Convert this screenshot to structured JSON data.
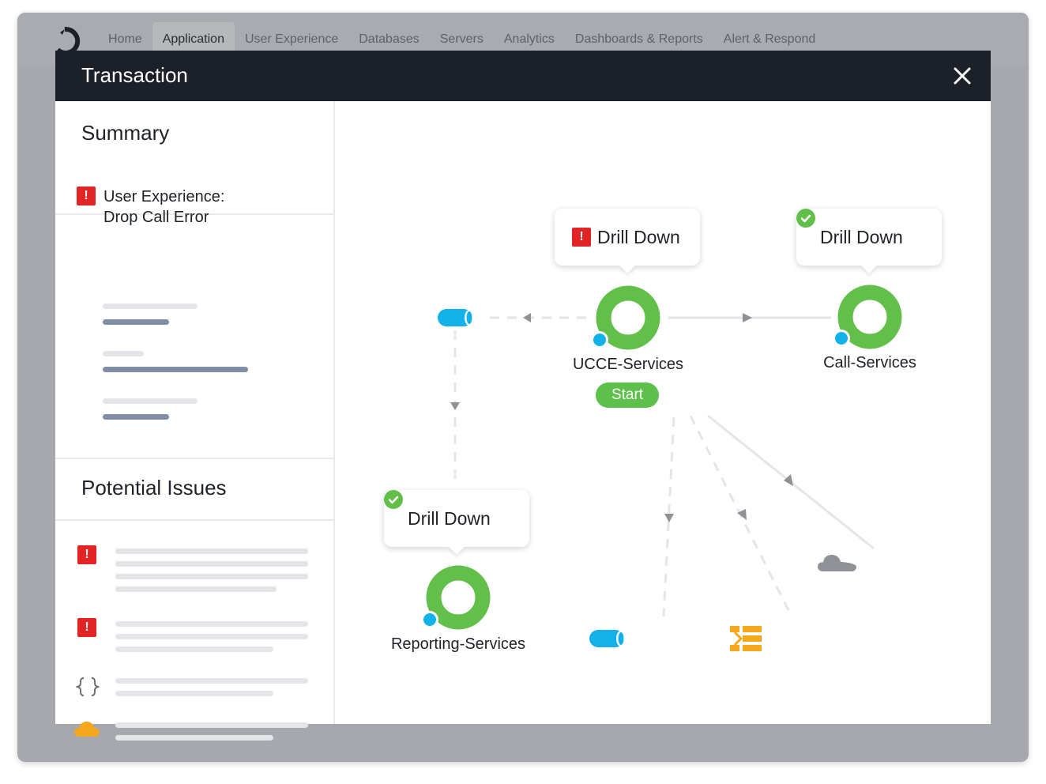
{
  "nav": {
    "items": [
      {
        "label": "Home"
      },
      {
        "label": "Application"
      },
      {
        "label": "User Experience"
      },
      {
        "label": "Databases"
      },
      {
        "label": "Servers"
      },
      {
        "label": "Analytics"
      },
      {
        "label": "Dashboards & Reports"
      },
      {
        "label": "Alert & Respond"
      }
    ],
    "active": "Application"
  },
  "modal": {
    "title": "Transaction",
    "close_icon": "close-icon"
  },
  "summary": {
    "title": "Summary",
    "error_line1": "User Experience:",
    "error_line2": "Drop Call Error"
  },
  "issues": {
    "title": "Potential Issues",
    "items": [
      {
        "icon": "error-icon"
      },
      {
        "icon": "error-icon"
      },
      {
        "icon": "code-braces-icon"
      },
      {
        "icon": "cloud-icon"
      }
    ]
  },
  "flow": {
    "nodes": {
      "ucce": {
        "label": "UCCE-Services",
        "badge": "Start"
      },
      "call": {
        "label": "Call-Services"
      },
      "reporting": {
        "label": "Reporting-Services"
      }
    },
    "callouts": {
      "ucce": {
        "label": "Drill Down",
        "status": "error"
      },
      "call": {
        "label": "Drill Down",
        "status": "ok"
      },
      "reporting": {
        "label": "Drill Down",
        "status": "ok"
      }
    }
  },
  "colors": {
    "header": "#1b2029",
    "node_green": "#62bf4a",
    "node_blue": "#12b1e8",
    "error_red": "#e12424",
    "warning_orange": "#f5a81c",
    "cloud_gray": "#8f9196",
    "edge_gray": "#e3e5e8"
  }
}
